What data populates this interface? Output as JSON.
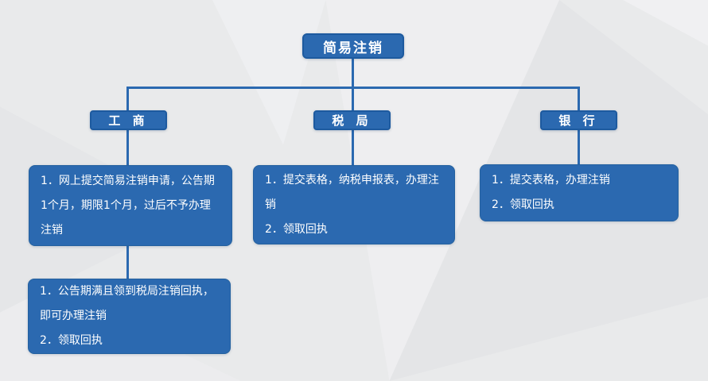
{
  "page": {
    "background_color": "#e9eaeb",
    "node_fill_color": "#2b69b0",
    "node_border_color": "#1d5a9f",
    "connector_color": "#2b69b0",
    "text_color": "#ffffff"
  },
  "root": {
    "title": "简易注销"
  },
  "branches": [
    {
      "label": "工 商",
      "steps": [
        {
          "items": [
            "1．网上提交简易注销申请，公告期1个月，期限1个月，过后不予办理注销"
          ]
        },
        {
          "items": [
            "1．公告期满且领到税局注销回执，即可办理注销",
            "2．领取回执"
          ]
        }
      ]
    },
    {
      "label": "税 局",
      "steps": [
        {
          "items": [
            "1．提交表格，纳税申报表，办理注销",
            "2．领取回执"
          ]
        }
      ]
    },
    {
      "label": "银 行",
      "steps": [
        {
          "items": [
            "1．提交表格，办理注销",
            "2．领取回执"
          ]
        }
      ]
    }
  ]
}
